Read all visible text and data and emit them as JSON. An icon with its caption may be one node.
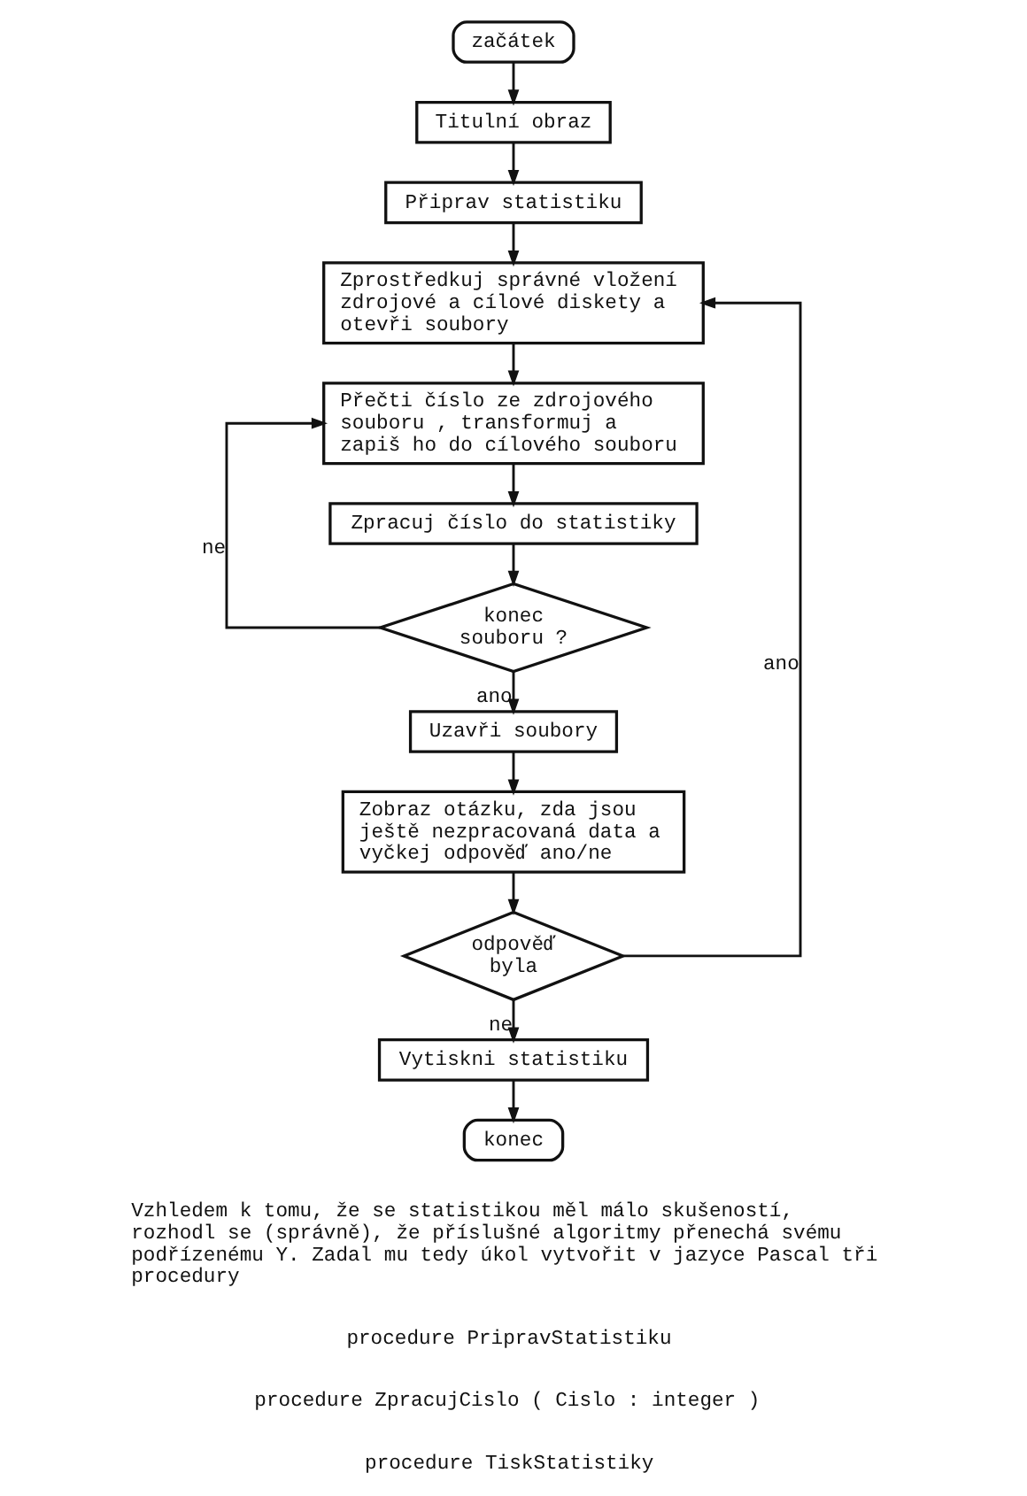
{
  "diagram": {
    "nodes": [
      {
        "text": [
          "začátek"
        ]
      },
      {
        "text": [
          "Titulní obraz"
        ]
      },
      {
        "text": [
          "Připrav statistiku"
        ]
      },
      {
        "text": [
          "Zprostředkuj správné vložení zdrojové a cílové diskety a otevři soubory"
        ]
      },
      {
        "text": [
          "Přečti číslo ze zdrojového souboru , transformuj a zapiš ho do cílového souboru"
        ]
      },
      {
        "text": [
          "Zpracuj číslo do statistiky"
        ]
      },
      {
        "text": [
          "konec souboru ?"
        ]
      },
      {
        "text": [
          "Uzavři soubory"
        ]
      },
      {
        "text": [
          "Zobraz otázku, zda jsou ještě nezpracovaná data a vyčkej odpověď ano/ne"
        ]
      },
      {
        "text": [
          "odpověď byla"
        ]
      },
      {
        "text": [
          "Vytiskni statistiku"
        ]
      },
      {
        "text": [
          "konec"
        ]
      }
    ],
    "edges": [
      {
        "from": 0,
        "to": 1,
        "arrow": "to"
      },
      {
        "from": 1,
        "to": 2,
        "arrow": "to"
      },
      {
        "from": 2,
        "to": 3,
        "arrow": "to"
      },
      {
        "from": 3,
        "to": 4,
        "arrow": "to"
      },
      {
        "from": 4,
        "to": 5,
        "arrow": "to"
      },
      {
        "from": 5,
        "to": 6,
        "arrow": "to"
      },
      {
        "from": 6,
        "to": 4,
        "arrow": "to",
        "label": "ne"
      },
      {
        "from": 6,
        "to": 7,
        "arrow": "to",
        "label": "ano"
      },
      {
        "from": 7,
        "to": 8,
        "arrow": "to"
      },
      {
        "from": 8,
        "to": 9,
        "arrow": "to"
      },
      {
        "from": 9,
        "to": 3,
        "arrow": "to",
        "label": "ano"
      },
      {
        "from": 9,
        "to": 10,
        "arrow": "to",
        "label": "ne"
      },
      {
        "from": 10,
        "to": 11,
        "arrow": "to"
      }
    ],
    "labels": [
      "Vzhledem k tomu, že se statistikou měl málo skušeností, rozhodl se (správně), že příslušné algoritmy přenechá svému podřízenému Y. Zadal mu tedy úkol vytvořit v jazyce Pascal tři procedury",
      "procedure PripravStatistiku",
      "procedure ZpracujCislo ( Cislo : integer )",
      "procedure TiskStatistiky"
    ]
  }
}
